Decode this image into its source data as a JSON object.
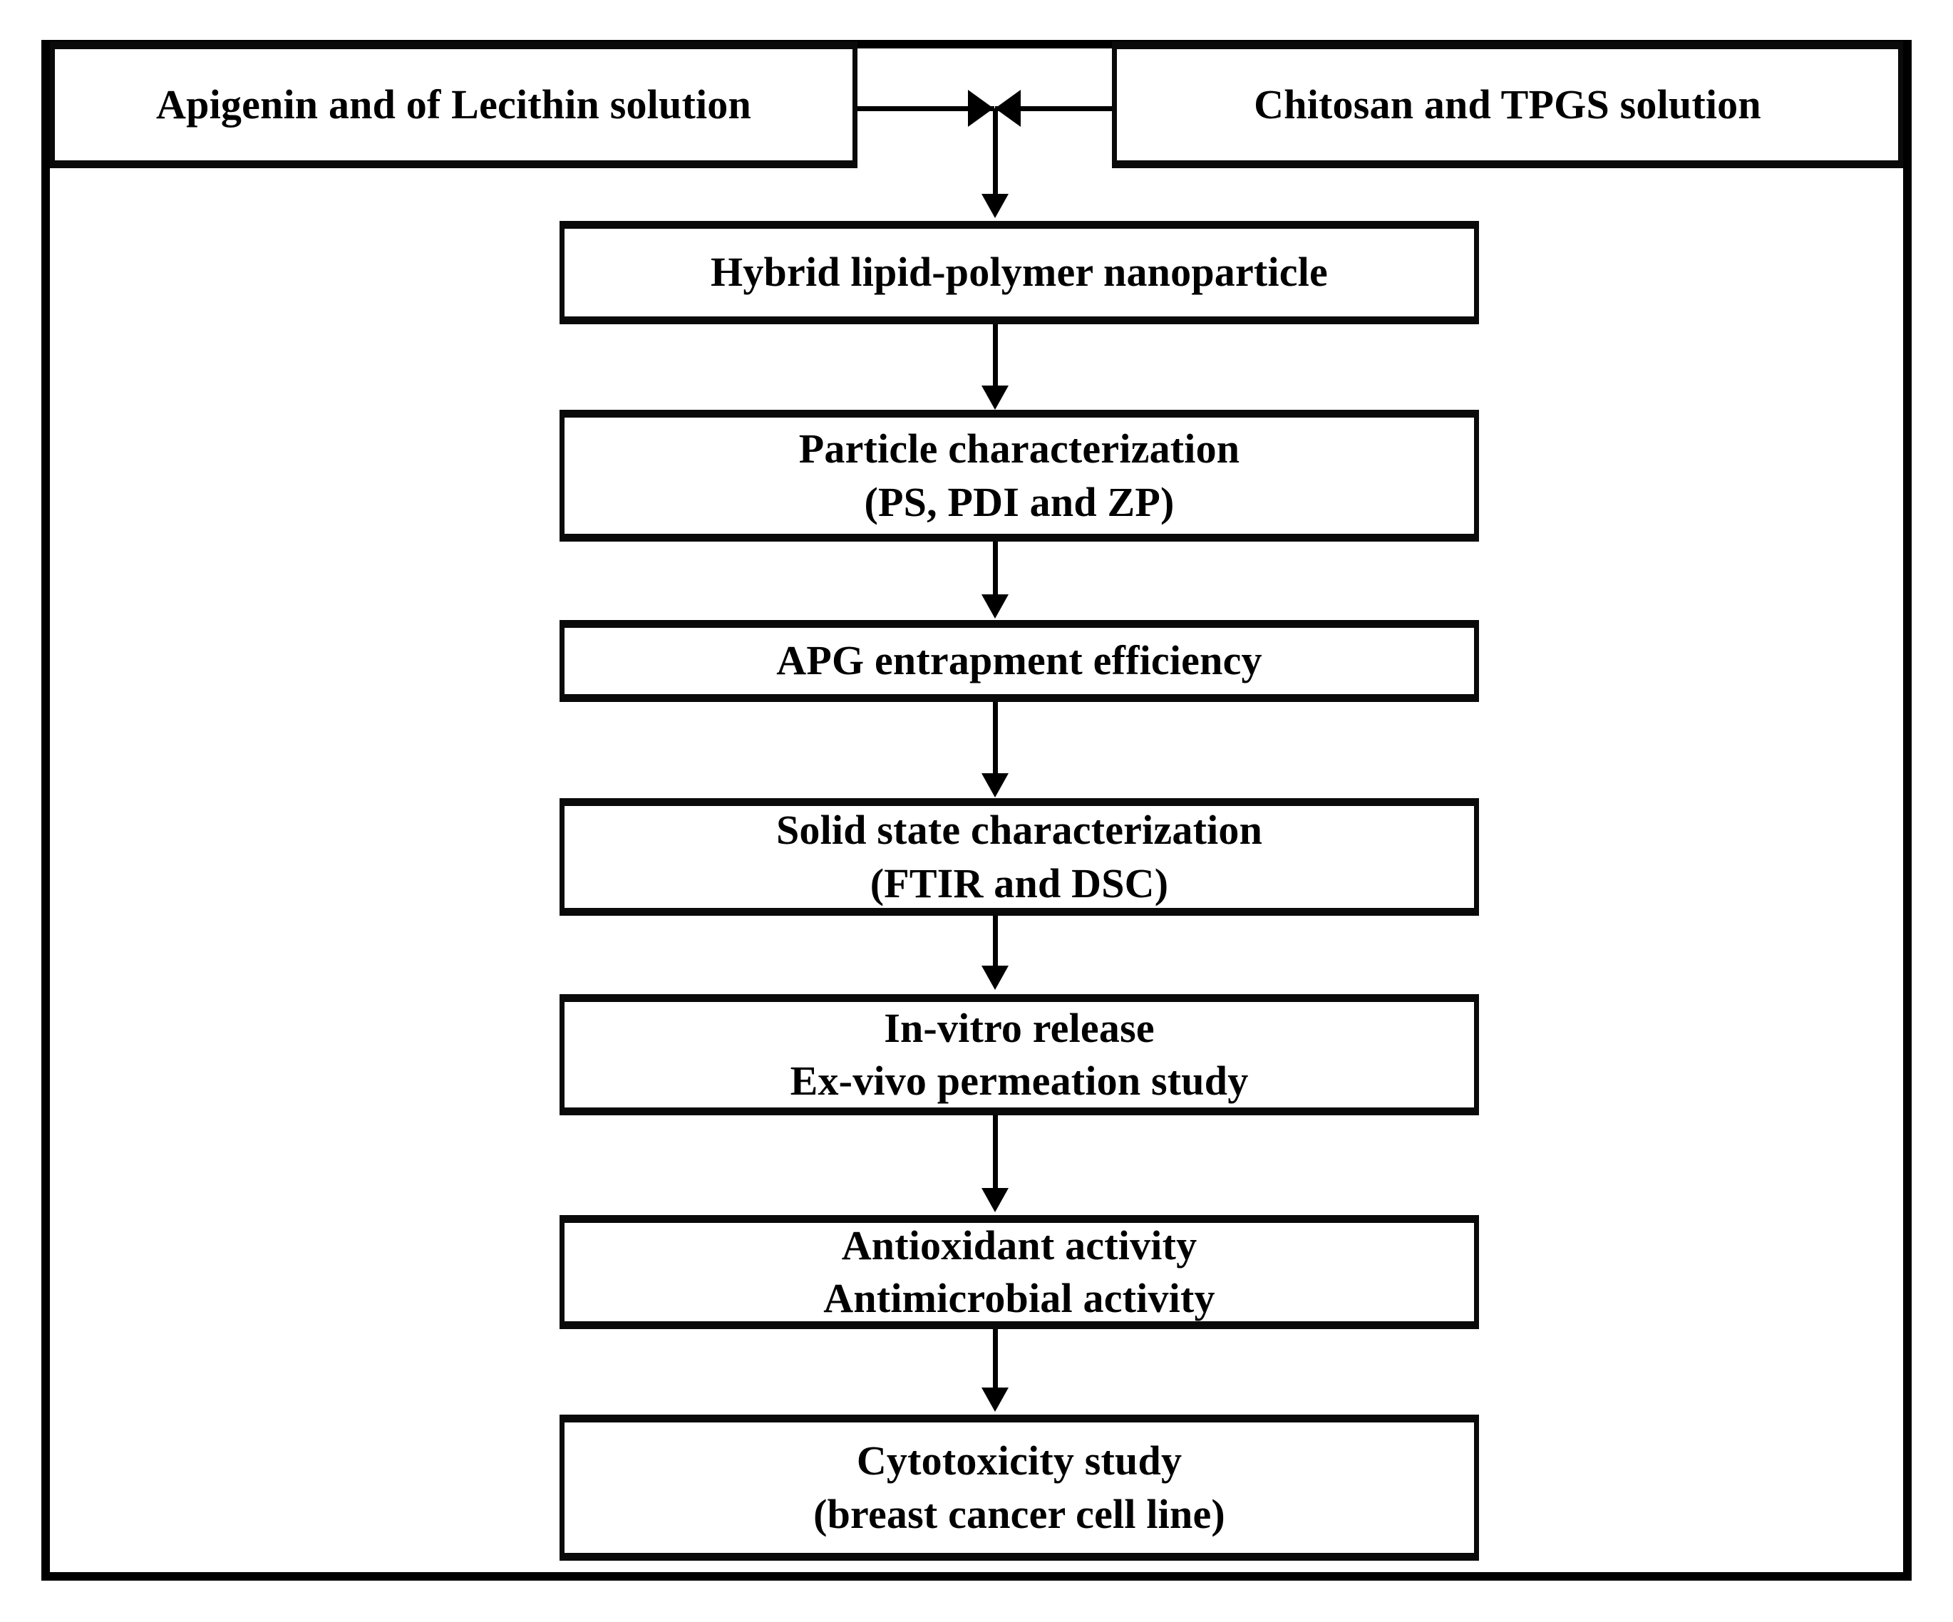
{
  "figure": {
    "type": "flowchart",
    "orientation": "top-to-bottom",
    "title": ""
  },
  "nodes": {
    "input_left": {
      "id": "apigenin-lecithin-solution",
      "lines": [
        "Apigenin and of Lecithin solution"
      ]
    },
    "input_right": {
      "id": "chitosan-tpgs-solution",
      "lines": [
        "Chitosan and TPGS solution"
      ]
    },
    "step1": {
      "id": "hybrid-lipid-polymer-nanoparticle",
      "lines": [
        "Hybrid lipid-polymer nanoparticle"
      ]
    },
    "step2": {
      "id": "particle-characterization",
      "lines": [
        "Particle characterization",
        "(PS, PDI and ZP)"
      ]
    },
    "step3": {
      "id": "apg-entrapment-efficiency",
      "lines": [
        "APG entrapment efficiency"
      ]
    },
    "step4": {
      "id": "solid-state-characterization",
      "lines": [
        "Solid state characterization",
        "(FTIR and DSC)"
      ]
    },
    "step5": {
      "id": "in-vitro-release-ex-vivo-permeation",
      "lines": [
        "In-vitro release",
        "Ex-vivo permeation study"
      ]
    },
    "step6": {
      "id": "antioxidant-antimicrobial-activity",
      "lines": [
        "Antioxidant activity",
        "Antimicrobial activity"
      ]
    },
    "step7": {
      "id": "cytotoxicity-study",
      "lines": [
        "Cytotoxicity study",
        "(breast cancer cell line)"
      ]
    }
  },
  "colors": {
    "stroke": "#000000",
    "fill": "#ffffff",
    "text": "#000000"
  }
}
